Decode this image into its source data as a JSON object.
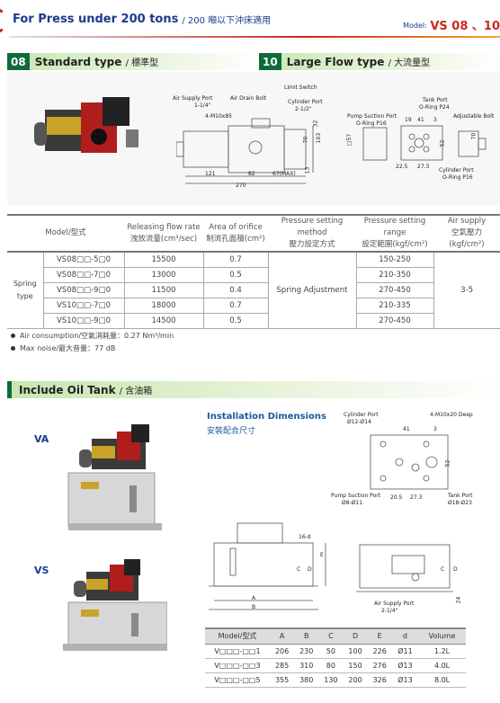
{
  "header": {
    "title": "For Press under 200 tons",
    "title_zh": "/ 200 噸以下沖床適用",
    "model_label": "Model",
    "model_sep": ":",
    "model_value": "VS 08 、10"
  },
  "section08": {
    "num": "08",
    "title": "Standard type",
    "title_zh": "/ 標準型"
  },
  "section10": {
    "num": "10",
    "title": "Large Flow type",
    "title_zh": "/ 大流量型"
  },
  "diagram08": {
    "labels": {
      "air_supply_port": "Air Supply Port",
      "air_supply_size": "1-1/4\"",
      "air_drain_bolt": "Air Drain Bolt",
      "limit_switch": "Limit Switch",
      "cylinder_port": "Cylinder Port",
      "cylinder_size": "2-1/2\"",
      "thread": "4-M10x85",
      "d32": "32",
      "d70": "70",
      "d103": "103",
      "d121": "121",
      "d82": "82",
      "d67": "67(MAX)",
      "d270": "270",
      "d13": "13"
    }
  },
  "diagram10": {
    "labels": {
      "tank_port": "Tank Port",
      "oring_p24": "O-Ring P24",
      "pump_suction": "Pump Suction Port",
      "oring_p16": "O-Ring P16",
      "adj_bolt": "Adjustable Bolt",
      "d19": "19",
      "d41": "41",
      "d3": "3",
      "d57": "□57",
      "d52": "52",
      "d70": "70",
      "d225": "22.5",
      "d273": "27.3",
      "cyl_port": "Cylinder Port",
      "oring_p16b": "O-Ring P16"
    }
  },
  "spec_table": {
    "headers": [
      {
        "l1": "Model/型式",
        "l2": ""
      },
      {
        "l1": "Releasing flow rate",
        "l2": "洩放流量(cm³/sec)"
      },
      {
        "l1": "Area of orifice",
        "l2": "制流孔面積(cm²)"
      },
      {
        "l1": "Pressure setting method",
        "l2": "壓力設定方式"
      },
      {
        "l1": "Pressure setting range",
        "l2": "設定範圍(kgf/cm²)"
      },
      {
        "l1": "Air supply",
        "l2": "空氣壓力(kgf/cm²)"
      }
    ],
    "group_label_1": "Spring",
    "group_label_2": "type",
    "method": "Spring Adjustment",
    "air": "3-5",
    "rows": [
      {
        "model": "VS08□□-5□0",
        "flow": "15500",
        "area": "0.7",
        "range": "150-250"
      },
      {
        "model": "VS08□□-7□0",
        "flow": "13000",
        "area": "0.5",
        "range": "210-350"
      },
      {
        "model": "VS08□□-9□0",
        "flow": "11500",
        "area": "0.4",
        "range": "270-450"
      },
      {
        "model": "VS10□□-7□0",
        "flow": "18000",
        "area": "0.7",
        "range": "210-335"
      },
      {
        "model": "VS10□□-9□0",
        "flow": "14500",
        "area": "0.5",
        "range": "270-450"
      }
    ]
  },
  "notes": [
    "Air consumption/空氣消耗量：0.27 Nm³/min",
    "Max noise/最大音量：77 dB"
  ],
  "oil_section": {
    "title": "Include Oil Tank",
    "title_zh": "/ 含油箱"
  },
  "variants": {
    "va": "VA",
    "vs": "VS"
  },
  "install": {
    "title": "Installation Dimensions",
    "title_zh": "安裝配合尺寸",
    "labels": {
      "cyl_port": "Cylinder Port",
      "cyl_size": "Ø12-Ø14",
      "thread": "4-M10x20 Deep",
      "d41": "41",
      "d3": "3",
      "d52": "52",
      "pump": "Pump Suction Port",
      "pump_size": "Ø8-Ø11",
      "d205": "20.5",
      "d273": "27.3",
      "tank": "Tank Port",
      "tank_size": "Ø18-Ø23"
    }
  },
  "tank_dims": {
    "labels": {
      "d16": "16-d",
      "A": "A",
      "B": "B",
      "C": "C",
      "D": "D",
      "E": "E",
      "air": "Air Supply Port",
      "air_size": "2-1/4\"",
      "d24": "24"
    }
  },
  "vol_table": {
    "headers": [
      "Model/型式",
      "A",
      "B",
      "C",
      "D",
      "E",
      "d",
      "Volume"
    ],
    "rows": [
      [
        "V□□□-□□1",
        "206",
        "230",
        "50",
        "100",
        "226",
        "Ø11",
        "1.2L"
      ],
      [
        "V□□□-□□3",
        "285",
        "310",
        "80",
        "150",
        "276",
        "Ø13",
        "4.0L"
      ],
      [
        "V□□□-□□5",
        "355",
        "380",
        "130",
        "200",
        "326",
        "Ø13",
        "8.0L"
      ]
    ]
  },
  "colors": {
    "brand": "#1b3a8c",
    "accent": "#c8281e",
    "section": "#0c6b3a"
  }
}
